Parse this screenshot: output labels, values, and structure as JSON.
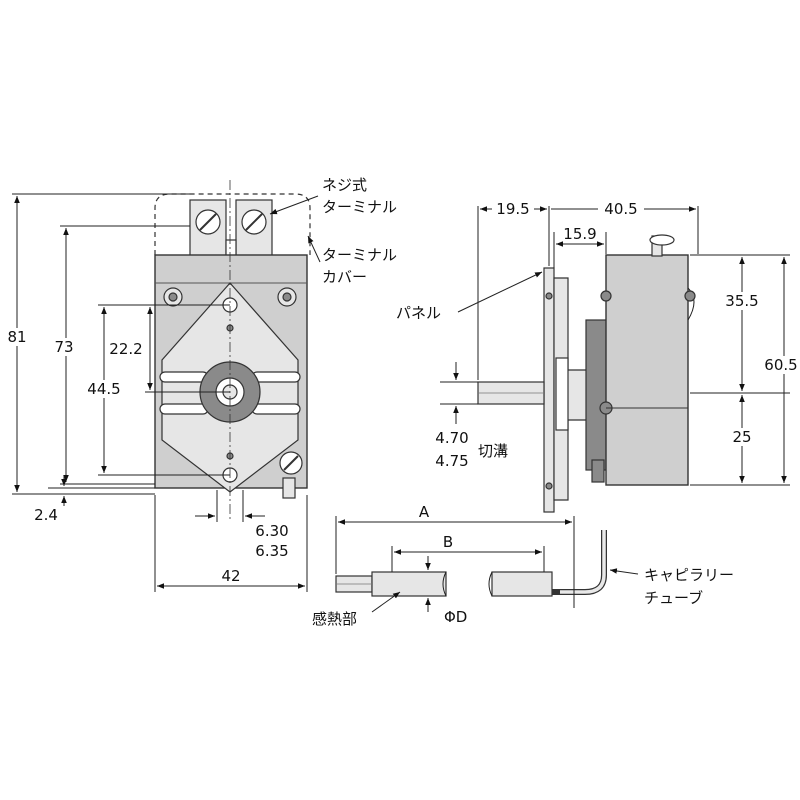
{
  "labels": {
    "screw_terminal": [
      "ネジ式",
      "ターミナル"
    ],
    "terminal_cover": [
      "ターミナル",
      "カバー"
    ],
    "panel": "パネル",
    "groove": "切溝",
    "sensor": "感熱部",
    "capillary_tube": [
      "キャピラリー",
      "チューブ"
    ],
    "diameter": "ΦD"
  },
  "dimensions": {
    "d81": "81",
    "d73": "73",
    "d22_2": "22.2",
    "d44_5": "44.5",
    "d2_4": "2.4",
    "d6_30": "6.30",
    "d6_35": "6.35",
    "d42": "42",
    "d19_5": "19.5",
    "d40_5": "40.5",
    "d15_9": "15.9",
    "d35_5": "35.5",
    "d60_5": "60.5",
    "d25": "25",
    "d4_70": "4.70",
    "d4_75": "4.75",
    "dA": "A",
    "dB": "B"
  }
}
